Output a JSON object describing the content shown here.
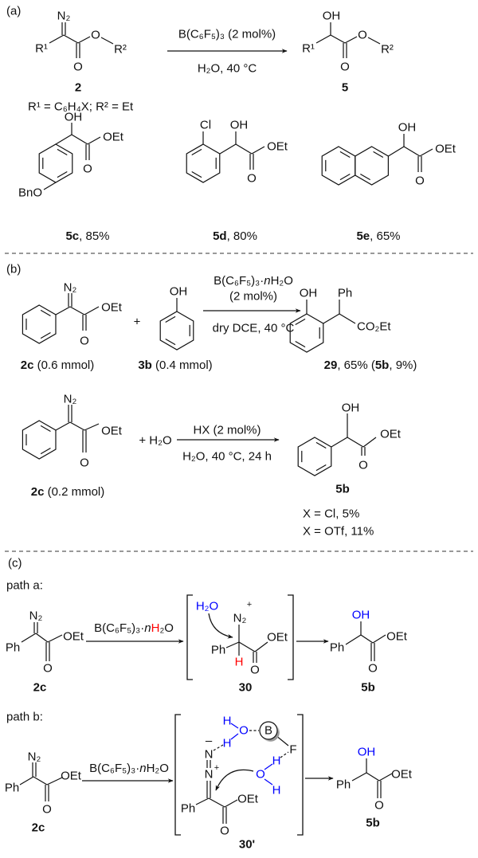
{
  "colors": {
    "water_blue": "#0000ff",
    "hydrogen_red": "#ff0000"
  },
  "a": {
    "label": "(a)",
    "reactant": {
      "n2": "N₂",
      "r1": "R¹",
      "o_carbonyl": "O",
      "o_ester": "O",
      "r2": "R²",
      "id": "2"
    },
    "conditions": {
      "above": "B(C₆F₅)₃ (2 mol%)",
      "below": "H₂O, 40 °C"
    },
    "product": {
      "oh": "OH",
      "r1": "R¹",
      "o_carbonyl": "O",
      "o_ester": "O",
      "r2": "R²",
      "id": "5"
    },
    "substituents": "R¹ = C₆H₄X; R² = Et",
    "examples": [
      {
        "id": "5c",
        "yield": ", 85%",
        "oh": "OH",
        "oet": "OEt",
        "o": "O",
        "sub": "BnO"
      },
      {
        "id": "5d",
        "yield": ", 80%",
        "oh": "OH",
        "oet": "OEt",
        "o": "O",
        "sub": "Cl"
      },
      {
        "id": "5e",
        "yield": ", 65%",
        "oh": "OH",
        "oet": "OEt",
        "o": "O"
      }
    ]
  },
  "b": {
    "label": "(b)",
    "rxn1": {
      "reactant1": {
        "n2": "N₂",
        "oet": "OEt",
        "o": "O",
        "id": "2c",
        "amount": " (0.6 mmol)"
      },
      "plus": "+",
      "reactant2": {
        "oh": "OH",
        "id": "3b",
        "amount": " (0.4 mmol)"
      },
      "conditions": {
        "prefix": "B(C₆F₅)₃·",
        "n": "n",
        "suffix": "H₂O",
        "line2": "(2 mol%)",
        "below": "dry DCE, 40 °C"
      },
      "product": {
        "oh": "OH",
        "ph": "Ph",
        "co2et": "CO₂Et",
        "id": "29",
        "yield": ", 65% (",
        "side_id": "5b",
        "side_yield": ", 9%)"
      }
    },
    "rxn2": {
      "reactant": {
        "n2": "N₂",
        "oet": "OEt",
        "o": "O",
        "id": "2c",
        "amount": " (0.2 mmol)"
      },
      "plus_water": "+  H₂O",
      "conditions": {
        "above": "HX (2 mol%)",
        "below": "H₂O, 40 °C, 24 h"
      },
      "product": {
        "oh": "OH",
        "oet": "OEt",
        "o": "O",
        "id": "5b"
      },
      "results": [
        "X = Cl, 5%",
        "X = OTf, 11%"
      ]
    }
  },
  "c": {
    "label": "(c)",
    "path_a": {
      "title": "path a:",
      "reactant": {
        "n2": "N₂",
        "ph": "Ph",
        "oet": "OEt",
        "o": "O",
        "id": "2c"
      },
      "reagent": {
        "prefix": "B(C₆F₅)₃·",
        "n": "n",
        "h": "H",
        "suffix": "₂O"
      },
      "intermediate": {
        "water": "H₂O",
        "n2": "N₂",
        "charge": "+",
        "ph": "Ph",
        "h": "H",
        "oet": "OEt",
        "o": "O",
        "id": "30"
      },
      "product": {
        "oh": "OH",
        "ph": "Ph",
        "oet": "OEt",
        "o": "O",
        "id": "5b"
      }
    },
    "path_b": {
      "title": "path b:",
      "reactant": {
        "n2": "N₂",
        "ph": "Ph",
        "oet": "OEt",
        "o": "O",
        "id": "2c"
      },
      "reagent": {
        "prefix": "B(C₆F₅)₃·",
        "n": "n",
        "suffix": "H₂O"
      },
      "intermediate": {
        "h1": "H",
        "o1": "O",
        "boron": "B",
        "f": "F",
        "h2": "H",
        "minus": "–",
        "n1": "N",
        "n2": "N",
        "plus": "+",
        "h3": "H",
        "o2": "O",
        "h4": "H",
        "ph": "Ph",
        "oet": "OEt",
        "o": "O",
        "id": "30'"
      },
      "product": {
        "oh": "OH",
        "ph": "Ph",
        "oet": "OEt",
        "o": "O",
        "id": "5b"
      }
    }
  }
}
